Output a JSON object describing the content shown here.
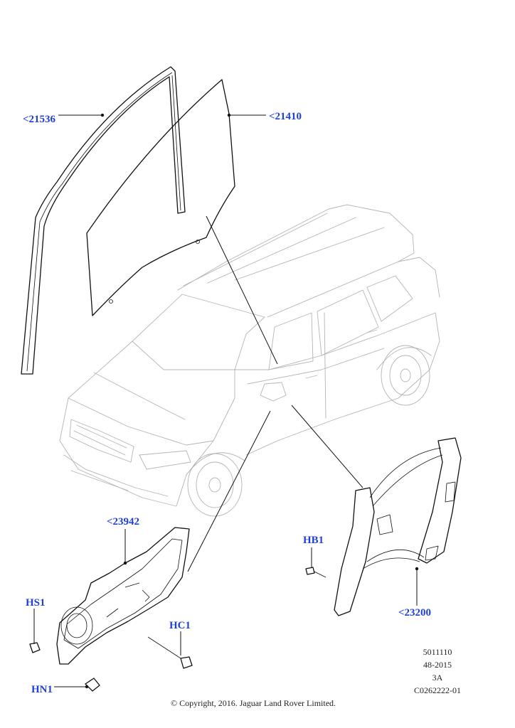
{
  "callouts": {
    "glass_run": "<21536",
    "door_glass": "<21410",
    "inner_panel": "<23942",
    "regulator": "<23200",
    "hb1": "HB1",
    "hs1": "HS1",
    "hc1": "HC1",
    "hn1": "HN1"
  },
  "meta": {
    "line1": "5011110",
    "line2": "48-2015",
    "line3": "3A",
    "line4": "C0262222-01"
  },
  "copyright": "© Copyright, 2016. Jaguar Land Rover Limited.",
  "colors": {
    "callout": "#1f3fd6",
    "linework": "#111111",
    "vehicle": "#b4b4b4"
  }
}
